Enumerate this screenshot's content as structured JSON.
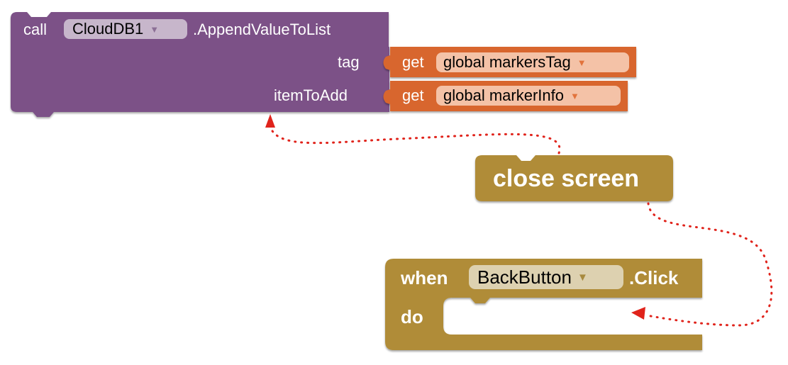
{
  "blocks": {
    "call_block": {
      "keyword": "call",
      "component": "CloudDB1",
      "method": ".AppendValueToList",
      "params": [
        {
          "name": "tag",
          "getter": "get",
          "variable": "global markersTag"
        },
        {
          "name": "itemToAdd",
          "getter": "get",
          "variable": "global markerInfo"
        }
      ]
    },
    "close_block": {
      "label": "close screen"
    },
    "event_block": {
      "keyword_when": "when",
      "component": "BackButton",
      "event": ".Click",
      "keyword_do": "do"
    }
  },
  "colors": {
    "procedure_purple": "#7b5187",
    "variable_orange": "#d8662f",
    "control_gold": "#b08c38",
    "arrow_red": "#e0231b",
    "caret_orange": "#e98c5a"
  },
  "icons": {
    "dropdown": "caret-down-icon",
    "arrow": "arrow-head-icon"
  }
}
